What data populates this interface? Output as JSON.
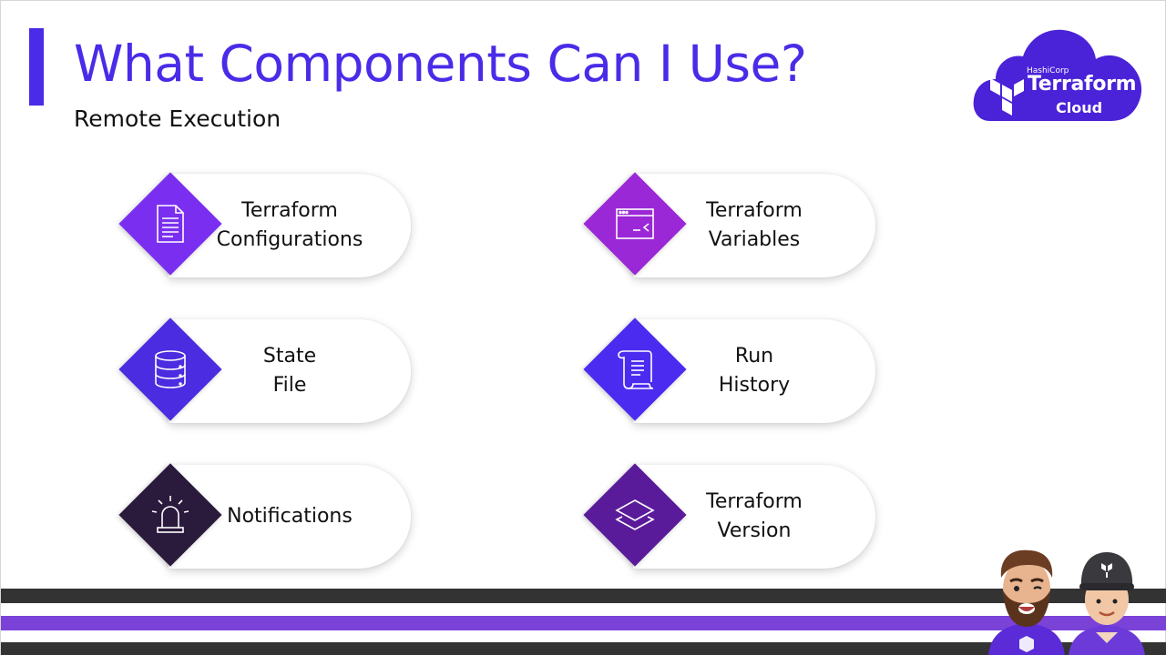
{
  "slide": {
    "title": "What Components Can I Use?",
    "subtitle": "Remote Execution"
  },
  "logo": {
    "brand": "HashiCorp",
    "product": "Terraform",
    "suffix": "Cloud"
  },
  "components": [
    {
      "label": "Terraform\nConfigurations",
      "icon": "document-icon",
      "color": "#7a2ff0"
    },
    {
      "label": "Terraform\nVariables",
      "icon": "terminal-window-icon",
      "color": "#9b28d6"
    },
    {
      "label": "State\nFile",
      "icon": "database-icon",
      "color": "#4b2ce0"
    },
    {
      "label": "Run\nHistory",
      "icon": "scroll-icon",
      "color": "#4c2bf0"
    },
    {
      "label": "Notifications",
      "icon": "alarm-siren-icon",
      "color": "#2a1a3c"
    },
    {
      "label": "Terraform\nVersion",
      "icon": "layers-icon",
      "color": "#5a1b9a"
    }
  ],
  "colors": {
    "title": "#4a2be8",
    "accent_bar": "#4a2be8",
    "logo_cloud": "#4a22d8",
    "stripe_dark": "#333333",
    "stripe_purple": "#7b42d8"
  }
}
